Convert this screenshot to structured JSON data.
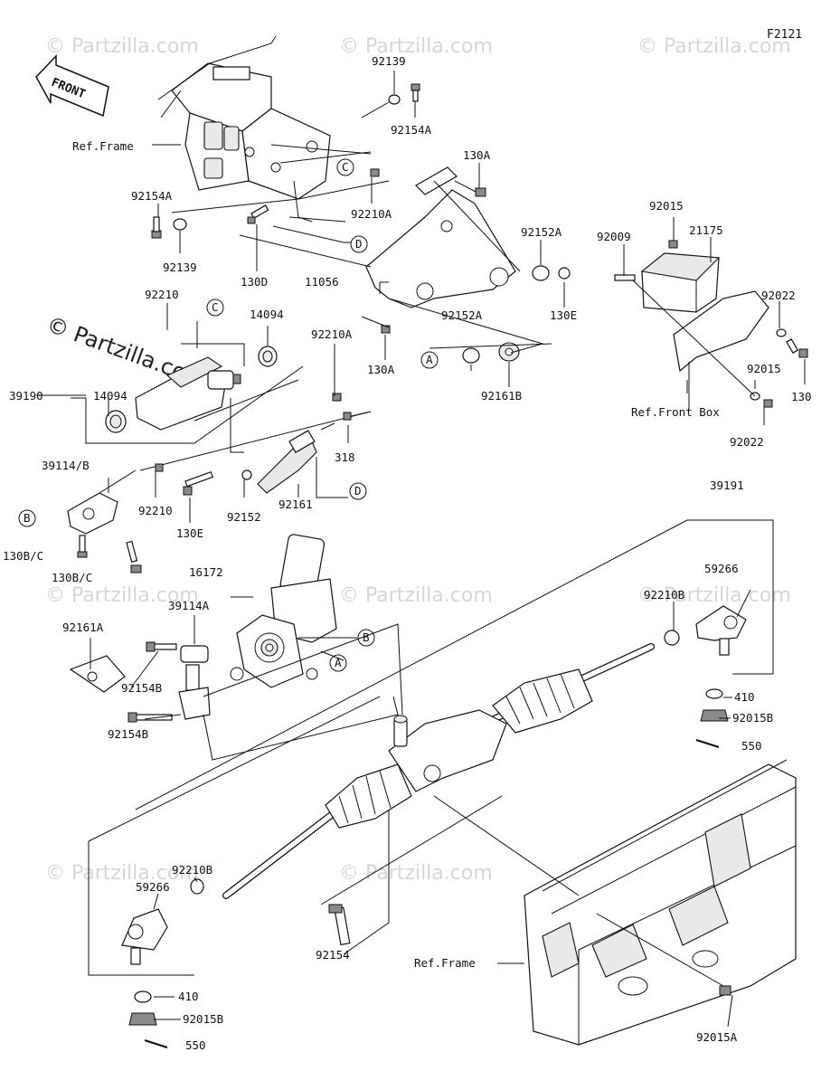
{
  "figure_code": "F2121",
  "front_label": "FRONT",
  "watermark": "© Partzilla.com",
  "watermark_strong": "© Partzilla.com",
  "part_labels": {
    "p92139_top": "92139",
    "p92154A_top": "92154A",
    "ref_frame_top": "Ref.Frame",
    "p130A_top": "130A",
    "p92154A_left": "92154A",
    "p92210A_mid": "92210A",
    "p92139_left": "92139",
    "p130D": "130D",
    "p11056": "11056",
    "p92152A_r": "92152A",
    "p130E_r": "130E",
    "p92152A_m": "92152A",
    "p130A_m": "130A",
    "p92161B": "92161B",
    "p92210_a": "92210",
    "p14094_a": "14094",
    "p92210A_b": "92210A",
    "p39190": "39190",
    "p14094_b": "14094",
    "p318": "318",
    "p39114B": "39114/B",
    "p92210_b": "92210",
    "p130E_b": "130E",
    "p92152": "92152",
    "p92161": "92161",
    "p130BC_1": "130B/C",
    "p130BC_2": "130B/C",
    "p92015_top": "92015",
    "p92009": "92009",
    "p21175": "21175",
    "p92022_a": "92022",
    "p92015_b": "92015",
    "p130": "130",
    "ref_front_box": "Ref.Front Box",
    "p92022_b": "92022",
    "p39191": "39191",
    "p16172": "16172",
    "p39114A": "39114A",
    "p59266_r": "59266",
    "p92210B_r": "92210B",
    "p92161A": "92161A",
    "p92154B_a": "92154B",
    "p92154B_b": "92154B",
    "p410_r": "410",
    "p92015B_r": "92015B",
    "p550_r": "550",
    "p92210B_l": "92210B",
    "p59266_l": "59266",
    "p92154": "92154",
    "ref_frame_bottom": "Ref.Frame",
    "p410_l": "410",
    "p92015B_l": "92015B",
    "p550_l": "550",
    "p92015A": "92015A"
  },
  "callouts": {
    "A": "A",
    "B": "B",
    "C": "C",
    "D": "D"
  }
}
